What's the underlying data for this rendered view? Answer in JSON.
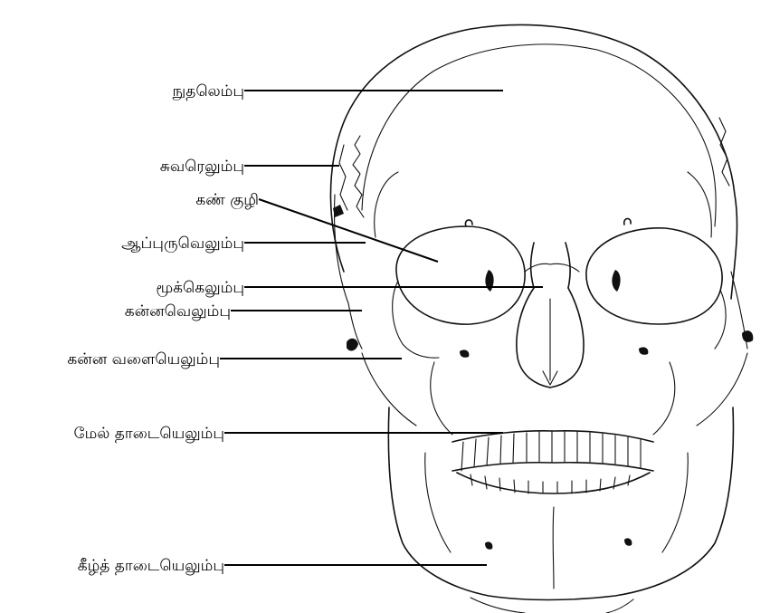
{
  "labels": [
    {
      "id": "frontal",
      "text": "நுதலெம்பு"
    },
    {
      "id": "parietal",
      "text": "சுவரெலும்பு"
    },
    {
      "id": "orbit",
      "text": "கண் குழி"
    },
    {
      "id": "temporal",
      "text": "ஆப்புருவெலும்பு"
    },
    {
      "id": "nasal",
      "text": "மூக்கெலும்பு"
    },
    {
      "id": "zygomatic",
      "text": "கன்னவெலும்பு"
    },
    {
      "id": "zygomatic-arch",
      "text": "கன்ன வளையெலும்பு"
    },
    {
      "id": "maxilla",
      "text": "மேல் தாடையெலும்பு"
    },
    {
      "id": "mandible",
      "text": "கீழ்த் தாடையெலும்பு"
    }
  ],
  "colors": {
    "line": "#000000",
    "background": "#ffffff"
  }
}
